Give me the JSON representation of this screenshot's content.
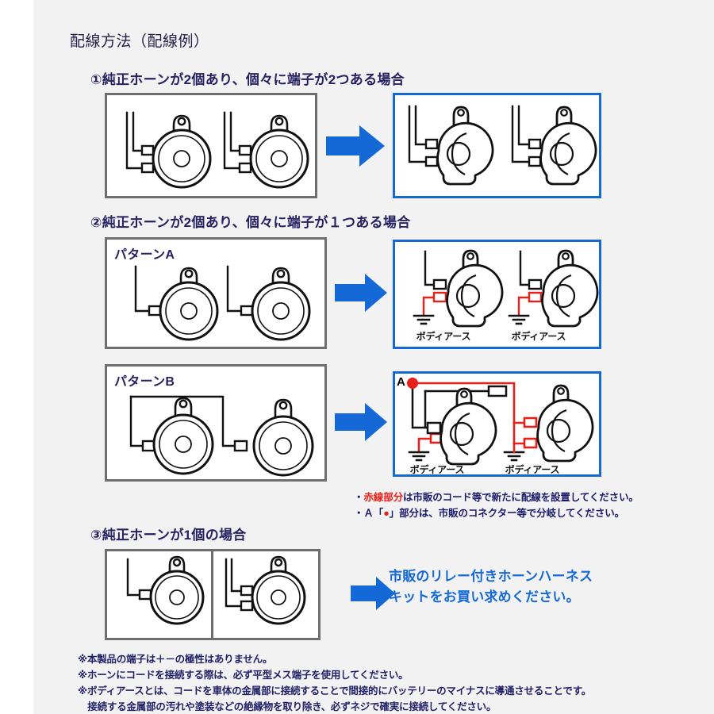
{
  "document": {
    "title": "配線方法（配線例）",
    "background_color": "#f2f2f2",
    "accent_blue": "#1569d6",
    "text_navy": "#262262",
    "wire_red": "#e8201a"
  },
  "sections": [
    {
      "id": "section-1",
      "heading": "①純正ホーンが2個あり、個々に端子が2つある場合",
      "before": {
        "horn_count": 2,
        "terminals_per_horn": 2,
        "horn_style": "round"
      },
      "after": {
        "horn_count": 2,
        "terminals_per_horn": 2,
        "horn_style": "spiral"
      }
    },
    {
      "id": "section-2",
      "heading": "②純正ホーンが2個あり、個々に端子が１つある場合",
      "patterns": [
        {
          "id": "pattern-a",
          "label": "パターンA",
          "before": {
            "horn_count": 2,
            "terminals_per_horn": 1,
            "horn_style": "round"
          },
          "after": {
            "horn_count": 2,
            "horn_style": "spiral",
            "ground_labels": [
              "ボディアース",
              "ボディアース"
            ]
          }
        },
        {
          "id": "pattern-b",
          "label": "パターンB",
          "before": {
            "horn_count": 2,
            "terminals_per_horn": 1,
            "horn_style": "round",
            "wiring": "daisy-chain"
          },
          "after": {
            "horn_count": 2,
            "horn_style": "spiral",
            "branch_point_label": "A",
            "ground_labels": [
              "ボディアース",
              "ボディアース"
            ]
          }
        }
      ],
      "notes": [
        {
          "prefix": "・",
          "red": "赤線部分",
          "rest": "は市販のコード等で新たに配線を設置してください。"
        },
        {
          "prefix": "・",
          "text_before": "Ａ「",
          "red": "●",
          "text_after": "」部分は、市販のコネクター等で分岐してください。"
        }
      ]
    },
    {
      "id": "section-3",
      "heading": "③純正ホーンが1個の場合",
      "before_panels": [
        {
          "horn_count": 1,
          "terminals_per_horn": 1,
          "horn_style": "round"
        },
        {
          "horn_count": 1,
          "terminals_per_horn": 2,
          "horn_style": "round"
        }
      ],
      "callout": [
        "市販のリレー付きホーンハーネス",
        "キットをお買い求めください。"
      ]
    }
  ],
  "footnotes": [
    "※本製品の端子は＋－の極性はありません。",
    "※ホーンにコードを接続する際は、必ず平型メス端子を使用してください。",
    "※ボディアースとは、コードを車体の金属部に接続することで間接的にバッテリーのマイナスに導通させることです。",
    "　接続する金属部の汚れや塗装などの絶縁物を取り除き、必ずネジで確実に接続してください。"
  ]
}
